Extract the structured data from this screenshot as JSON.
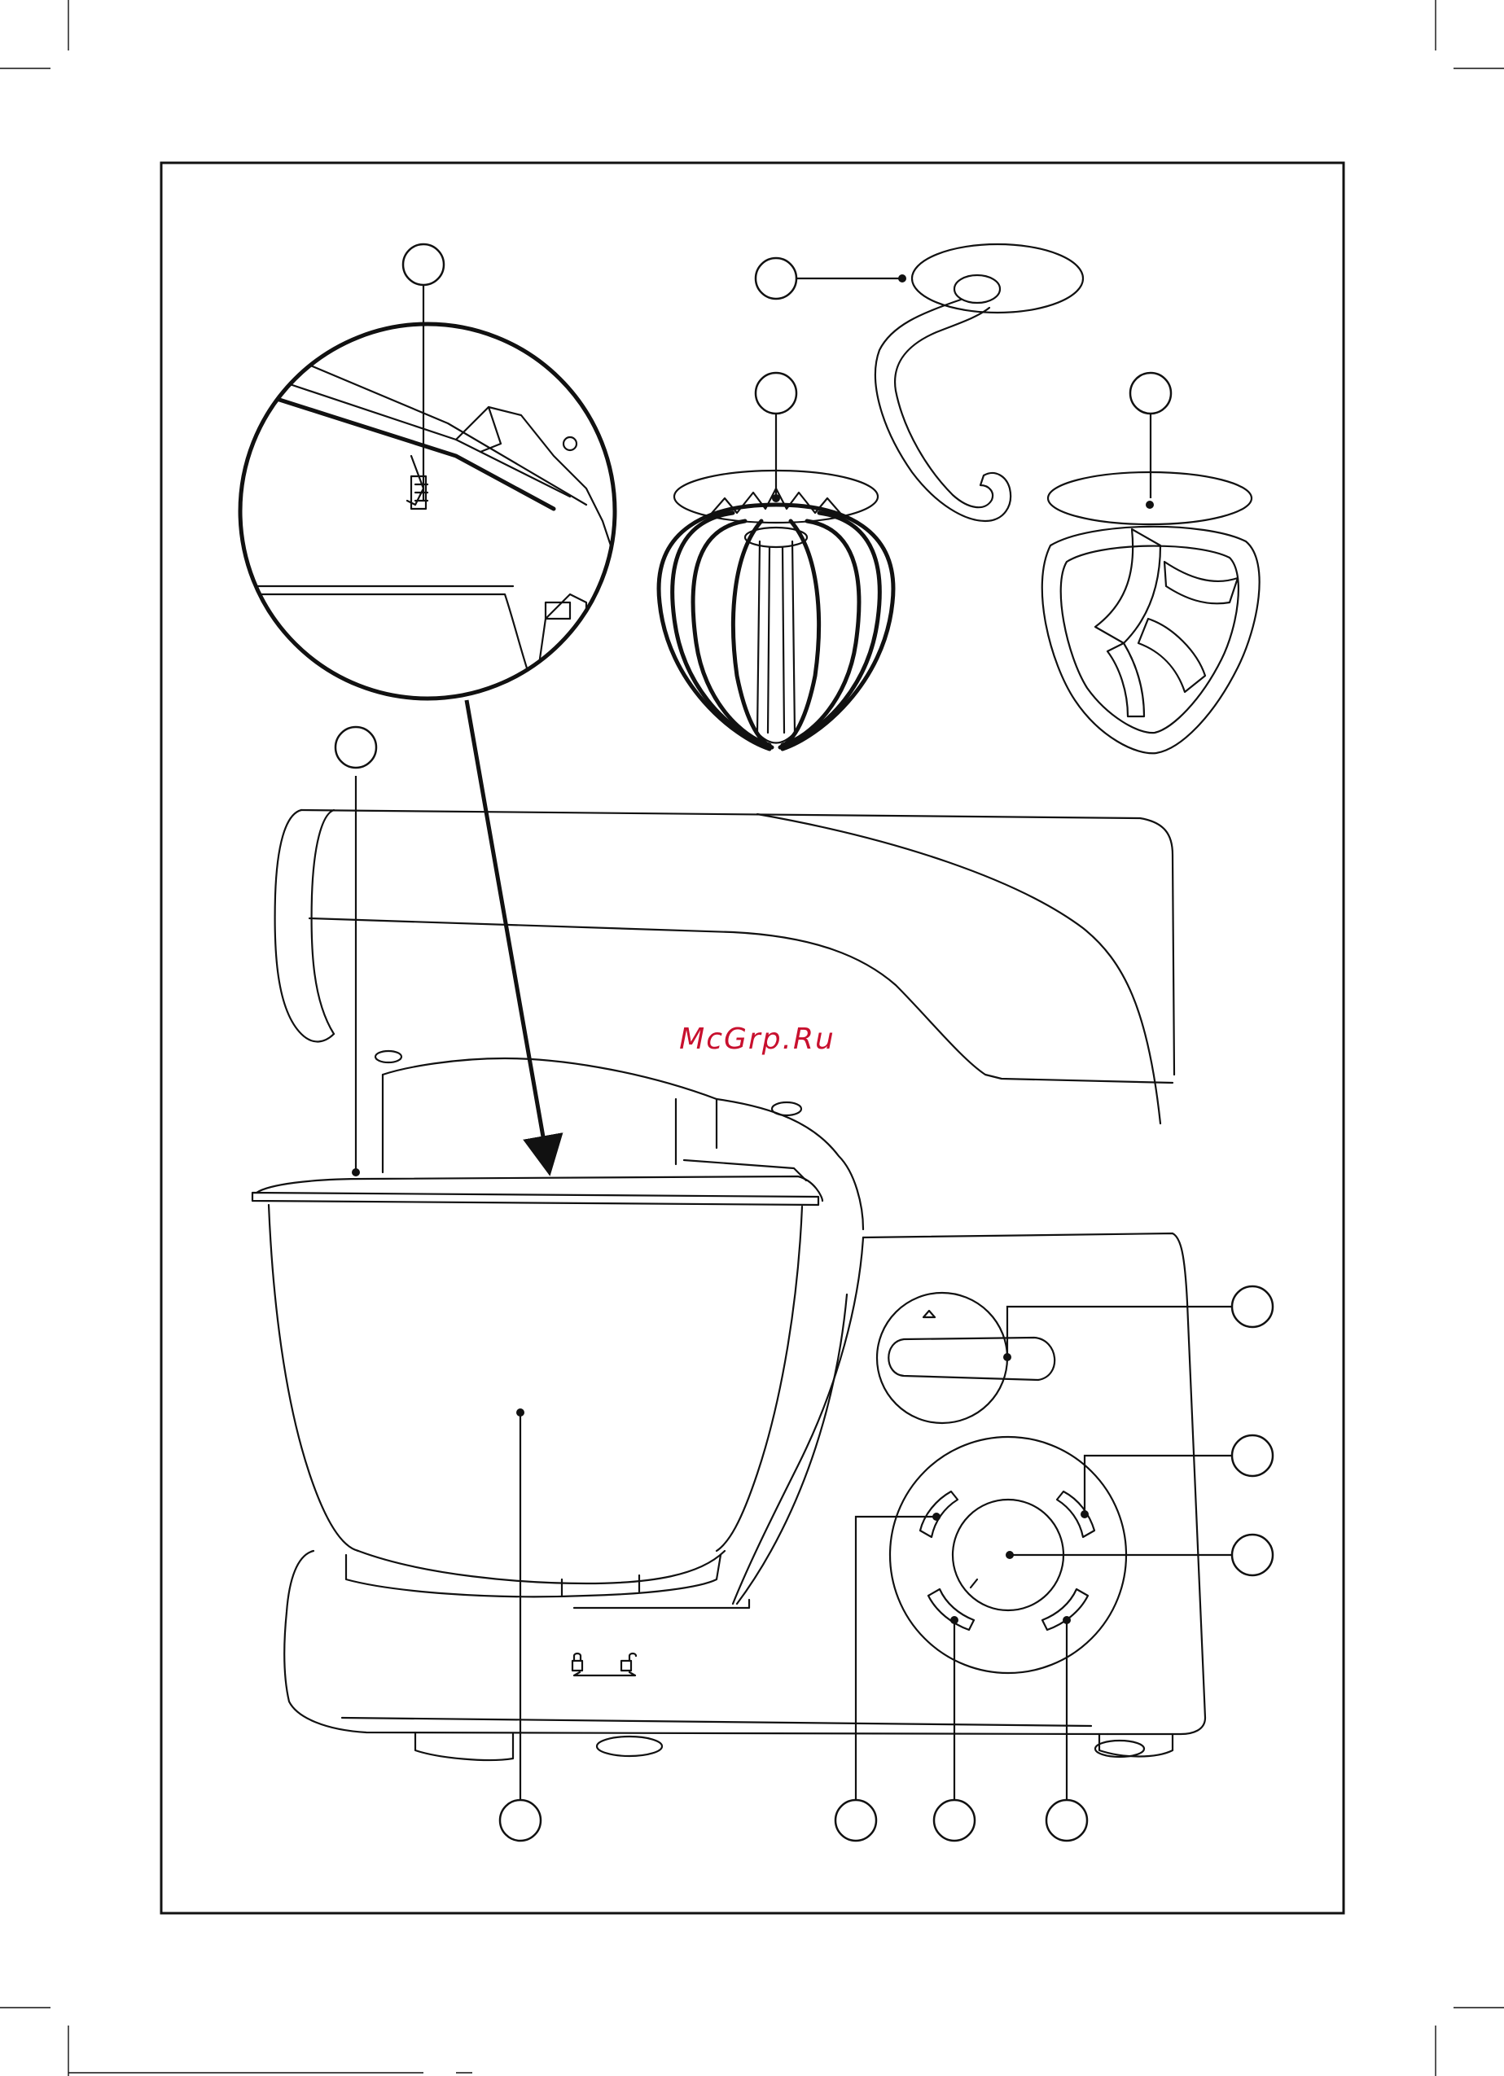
{
  "watermark": {
    "text": "McGrp.Ru",
    "color": "#c8102e"
  },
  "callouts": [
    {
      "id": "attachment-flat-top",
      "label": ""
    },
    {
      "id": "whisk",
      "label": ""
    },
    {
      "id": "dough-hook",
      "label": ""
    },
    {
      "id": "beater",
      "label": ""
    },
    {
      "id": "lid-detail",
      "label": ""
    },
    {
      "id": "splash-lid",
      "label": ""
    },
    {
      "id": "head-release-lever",
      "label": ""
    },
    {
      "id": "pulse-button-right",
      "label": ""
    },
    {
      "id": "speed-dial",
      "label": ""
    },
    {
      "id": "bowl",
      "label": ""
    },
    {
      "id": "button-top-left",
      "label": ""
    },
    {
      "id": "button-bottom-left",
      "label": ""
    },
    {
      "id": "button-bottom-right",
      "label": ""
    }
  ],
  "icons": [
    "lock-closed-icon",
    "lock-open-icon",
    "arrow-up-icon"
  ]
}
